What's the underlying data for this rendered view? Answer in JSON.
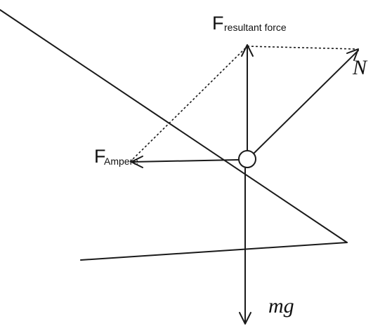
{
  "diagram": {
    "forces": {
      "resultant": {
        "main": "F",
        "sub": "resultant force"
      },
      "ampere": {
        "main": "F",
        "sub": "Ampere"
      },
      "normal": {
        "label": "N"
      },
      "gravity": {
        "label": "mg"
      }
    }
  }
}
